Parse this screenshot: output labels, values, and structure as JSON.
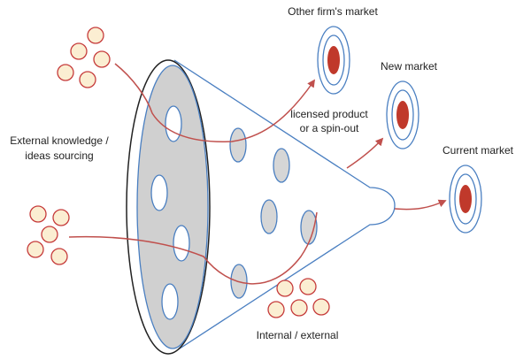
{
  "labels": {
    "other_firm_market": "Other firm's market",
    "new_market": "New market",
    "current_market": "Current market",
    "licensed_line1": "licensed product",
    "licensed_line2": "or a spin-out",
    "external_line1": "External knowledge /",
    "external_line2": "ideas sourcing",
    "internal_external": "Internal / external"
  },
  "colors": {
    "funnel_stroke": "#4a7fc1",
    "mouth_fill": "#d0d0d0",
    "hole_fill": "#ffffff",
    "inner_idea_fill": "#d6d6d6",
    "idea_fill": "#fbeed2",
    "idea_stroke": "#c63c3c",
    "arrow": "#c0504d",
    "target_ring": "#4a7fc1",
    "target_core": "#c0392b"
  },
  "icons": [
    "idea-bubble-icon",
    "target-icon",
    "arrow-icon"
  ]
}
